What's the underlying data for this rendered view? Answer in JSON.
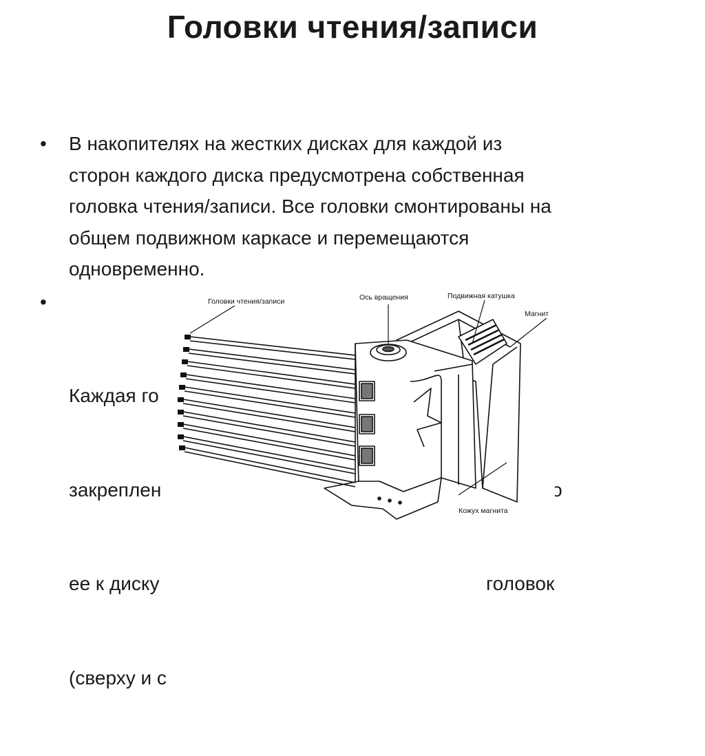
{
  "slide": {
    "title": "Головки чтения/записи",
    "bullets": [
      {
        "marker": "•",
        "lines": [
          "В накопителях на жестких дисках для каждой из",
          "сторон каждого диска предусмотрена собственная",
          "головка чтения/записи. Все головки смонтированы на",
          "общем подвижном каркасе и перемещаются",
          "одновременно."
        ]
      },
      {
        "marker": "•",
        "lines": [
          "Каждая го                                                              а,",
          "закреплен                                                              ающего",
          "ее к диску                                                             головок",
          "(сверху и с"
        ]
      }
    ]
  },
  "figure": {
    "labels": {
      "heads": "Головки чтения/записи",
      "axis": "Ось вращения",
      "coil": "Подвижная катушка",
      "magnet": "Магнит",
      "magnet_cover": "Кожух магнита"
    }
  }
}
